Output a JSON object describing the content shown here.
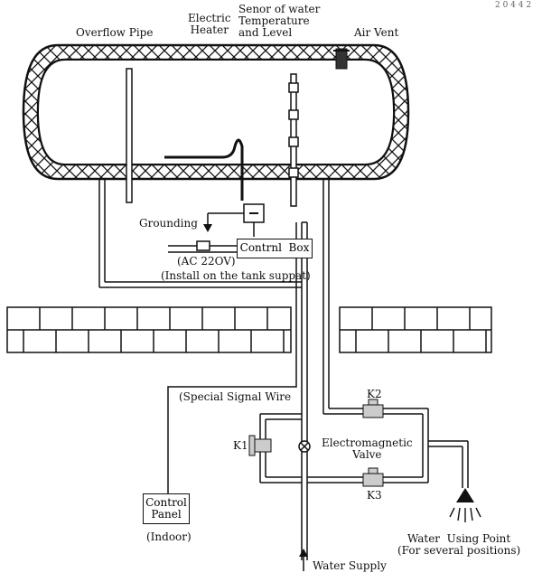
{
  "labels": {
    "overflow_pipe": "Overflow Pipe",
    "electric_heater": "Electric\nHeater",
    "sensor": "Senor of water\nTemperature\nand Level",
    "air_vent": "Air Vent",
    "grounding": "Grounding",
    "ac_power": "(AC 22OV)",
    "control_box": "Contrnl  Box",
    "install_note": "(Install on the tank suppat)",
    "signal_wire": "(Special Signal Wire",
    "k1": "K1",
    "k2": "K2",
    "k3": "K3",
    "electromagnetic_valve": "Electromagnetic\nValve",
    "control_panel": "Control\nPanel",
    "indoor": "(Indoor)",
    "water_using_point": "Water  Using Point\n(For several positions)",
    "water_supply": "Water Supply",
    "corner_text": "2 0 4 4 2"
  }
}
